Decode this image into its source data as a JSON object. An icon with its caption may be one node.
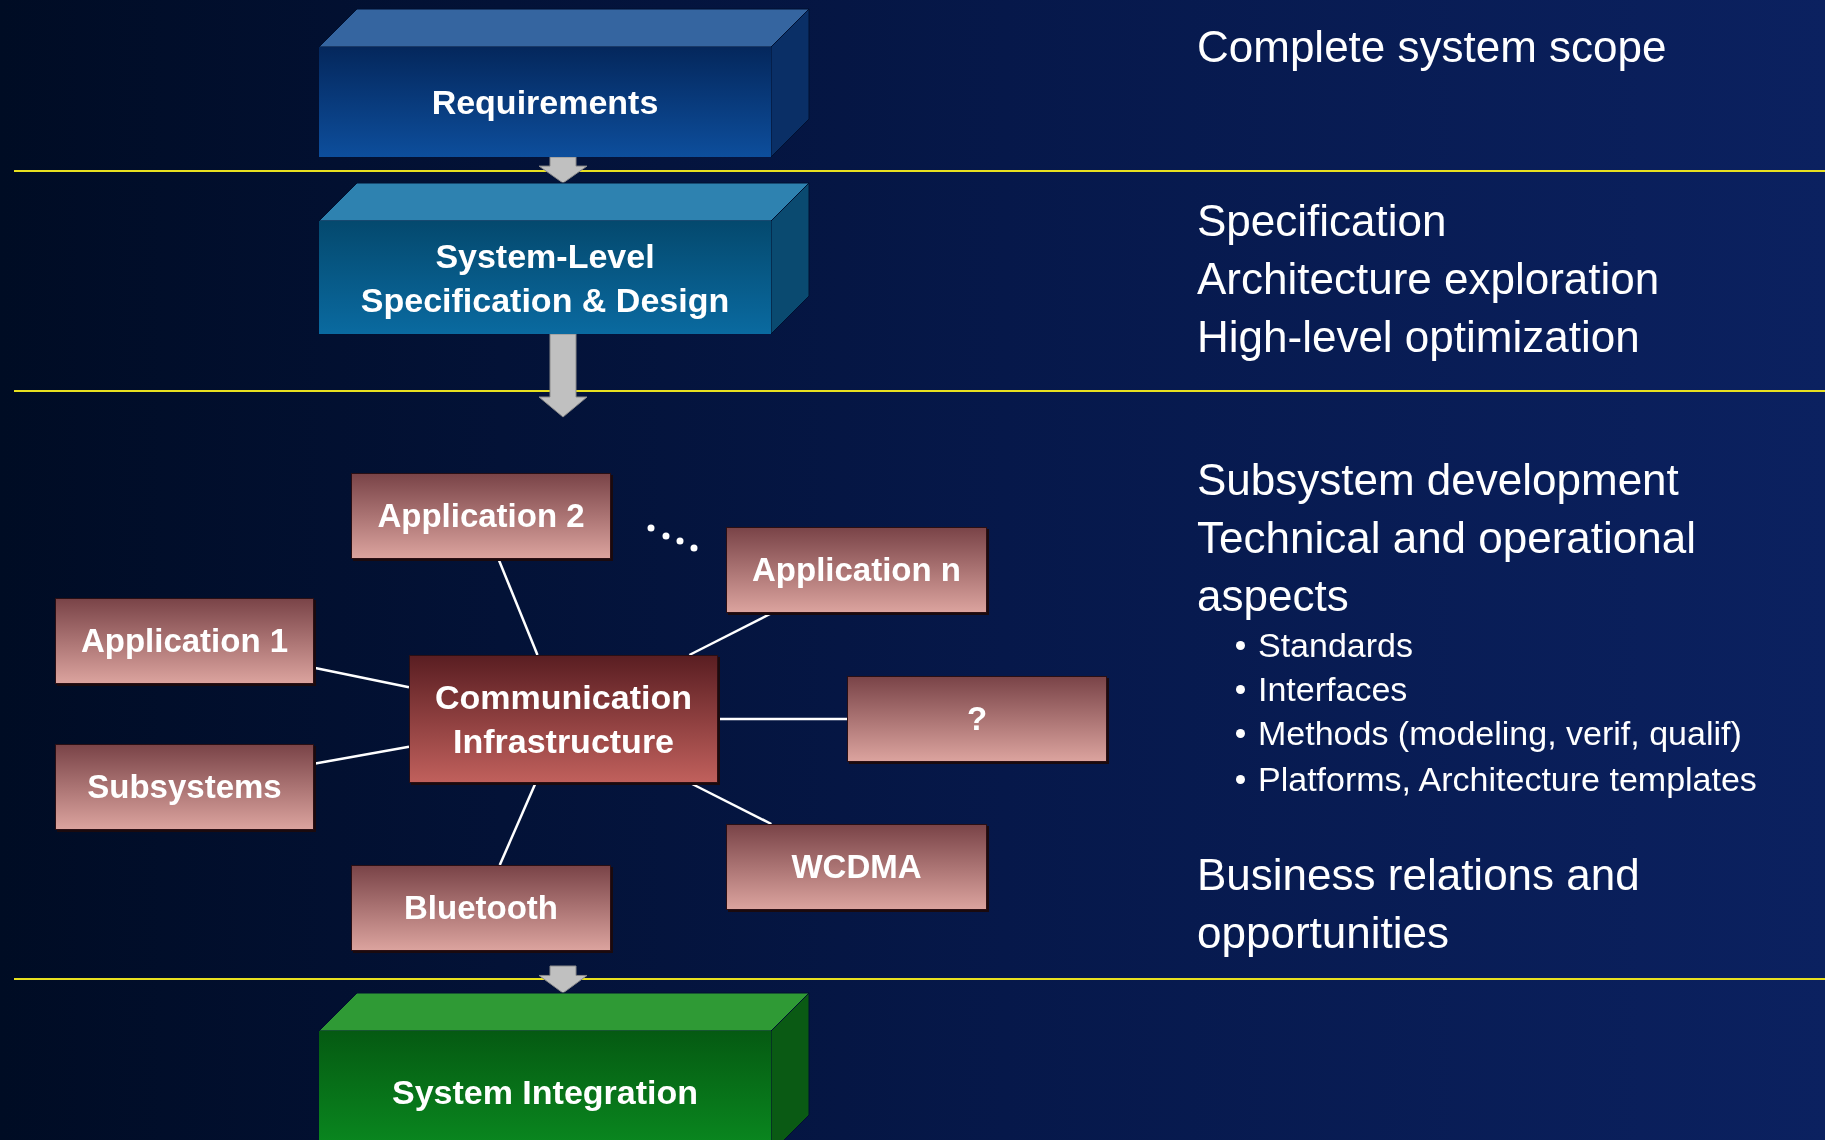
{
  "diagram": {
    "nodes": [
      {
        "text": [
          "Requirements"
        ]
      },
      {
        "text": [
          "System-Level Specification & Design"
        ]
      },
      {
        "text": [
          "Application 2"
        ]
      },
      {
        "text": [
          "Application n"
        ]
      },
      {
        "text": [
          "Application 1"
        ]
      },
      {
        "text": [
          "Communication Infrastructure"
        ]
      },
      {
        "text": [
          "?"
        ]
      },
      {
        "text": [
          "Subsystems"
        ]
      },
      {
        "text": [
          "WCDMA"
        ]
      },
      {
        "text": [
          "Bluetooth"
        ]
      },
      {
        "text": [
          "System Integration"
        ]
      }
    ],
    "edges": [
      {
        "from": 0,
        "to": 1,
        "arrow": "to",
        "style": "thick",
        "color": "#c0c0c0"
      },
      {
        "from": 1,
        "to": null,
        "arrow": "to",
        "style": "thick",
        "color": "#c0c0c0"
      },
      {
        "from": 5,
        "to": 2,
        "arrow": "none"
      },
      {
        "from": 5,
        "to": 3,
        "arrow": "none"
      },
      {
        "from": 5,
        "to": 4,
        "arrow": "none"
      },
      {
        "from": 5,
        "to": 6,
        "arrow": "none"
      },
      {
        "from": 5,
        "to": 7,
        "arrow": "none"
      },
      {
        "from": 5,
        "to": 8,
        "arrow": "none"
      },
      {
        "from": 5,
        "to": 9,
        "arrow": "none"
      },
      {
        "from": null,
        "to": 10,
        "arrow": "to",
        "style": "thick",
        "color": "#c0c0c0"
      }
    ],
    "labels": [
      "Complete system scope",
      "Specification",
      "Architecture exploration",
      "High-level optimization",
      "Subsystem development",
      "Technical and operational aspects",
      "Standards",
      "Interfaces",
      "Methods (modeling, verif, qualif)",
      "Platforms, Architecture templates",
      "Business relations and opportunities"
    ]
  }
}
